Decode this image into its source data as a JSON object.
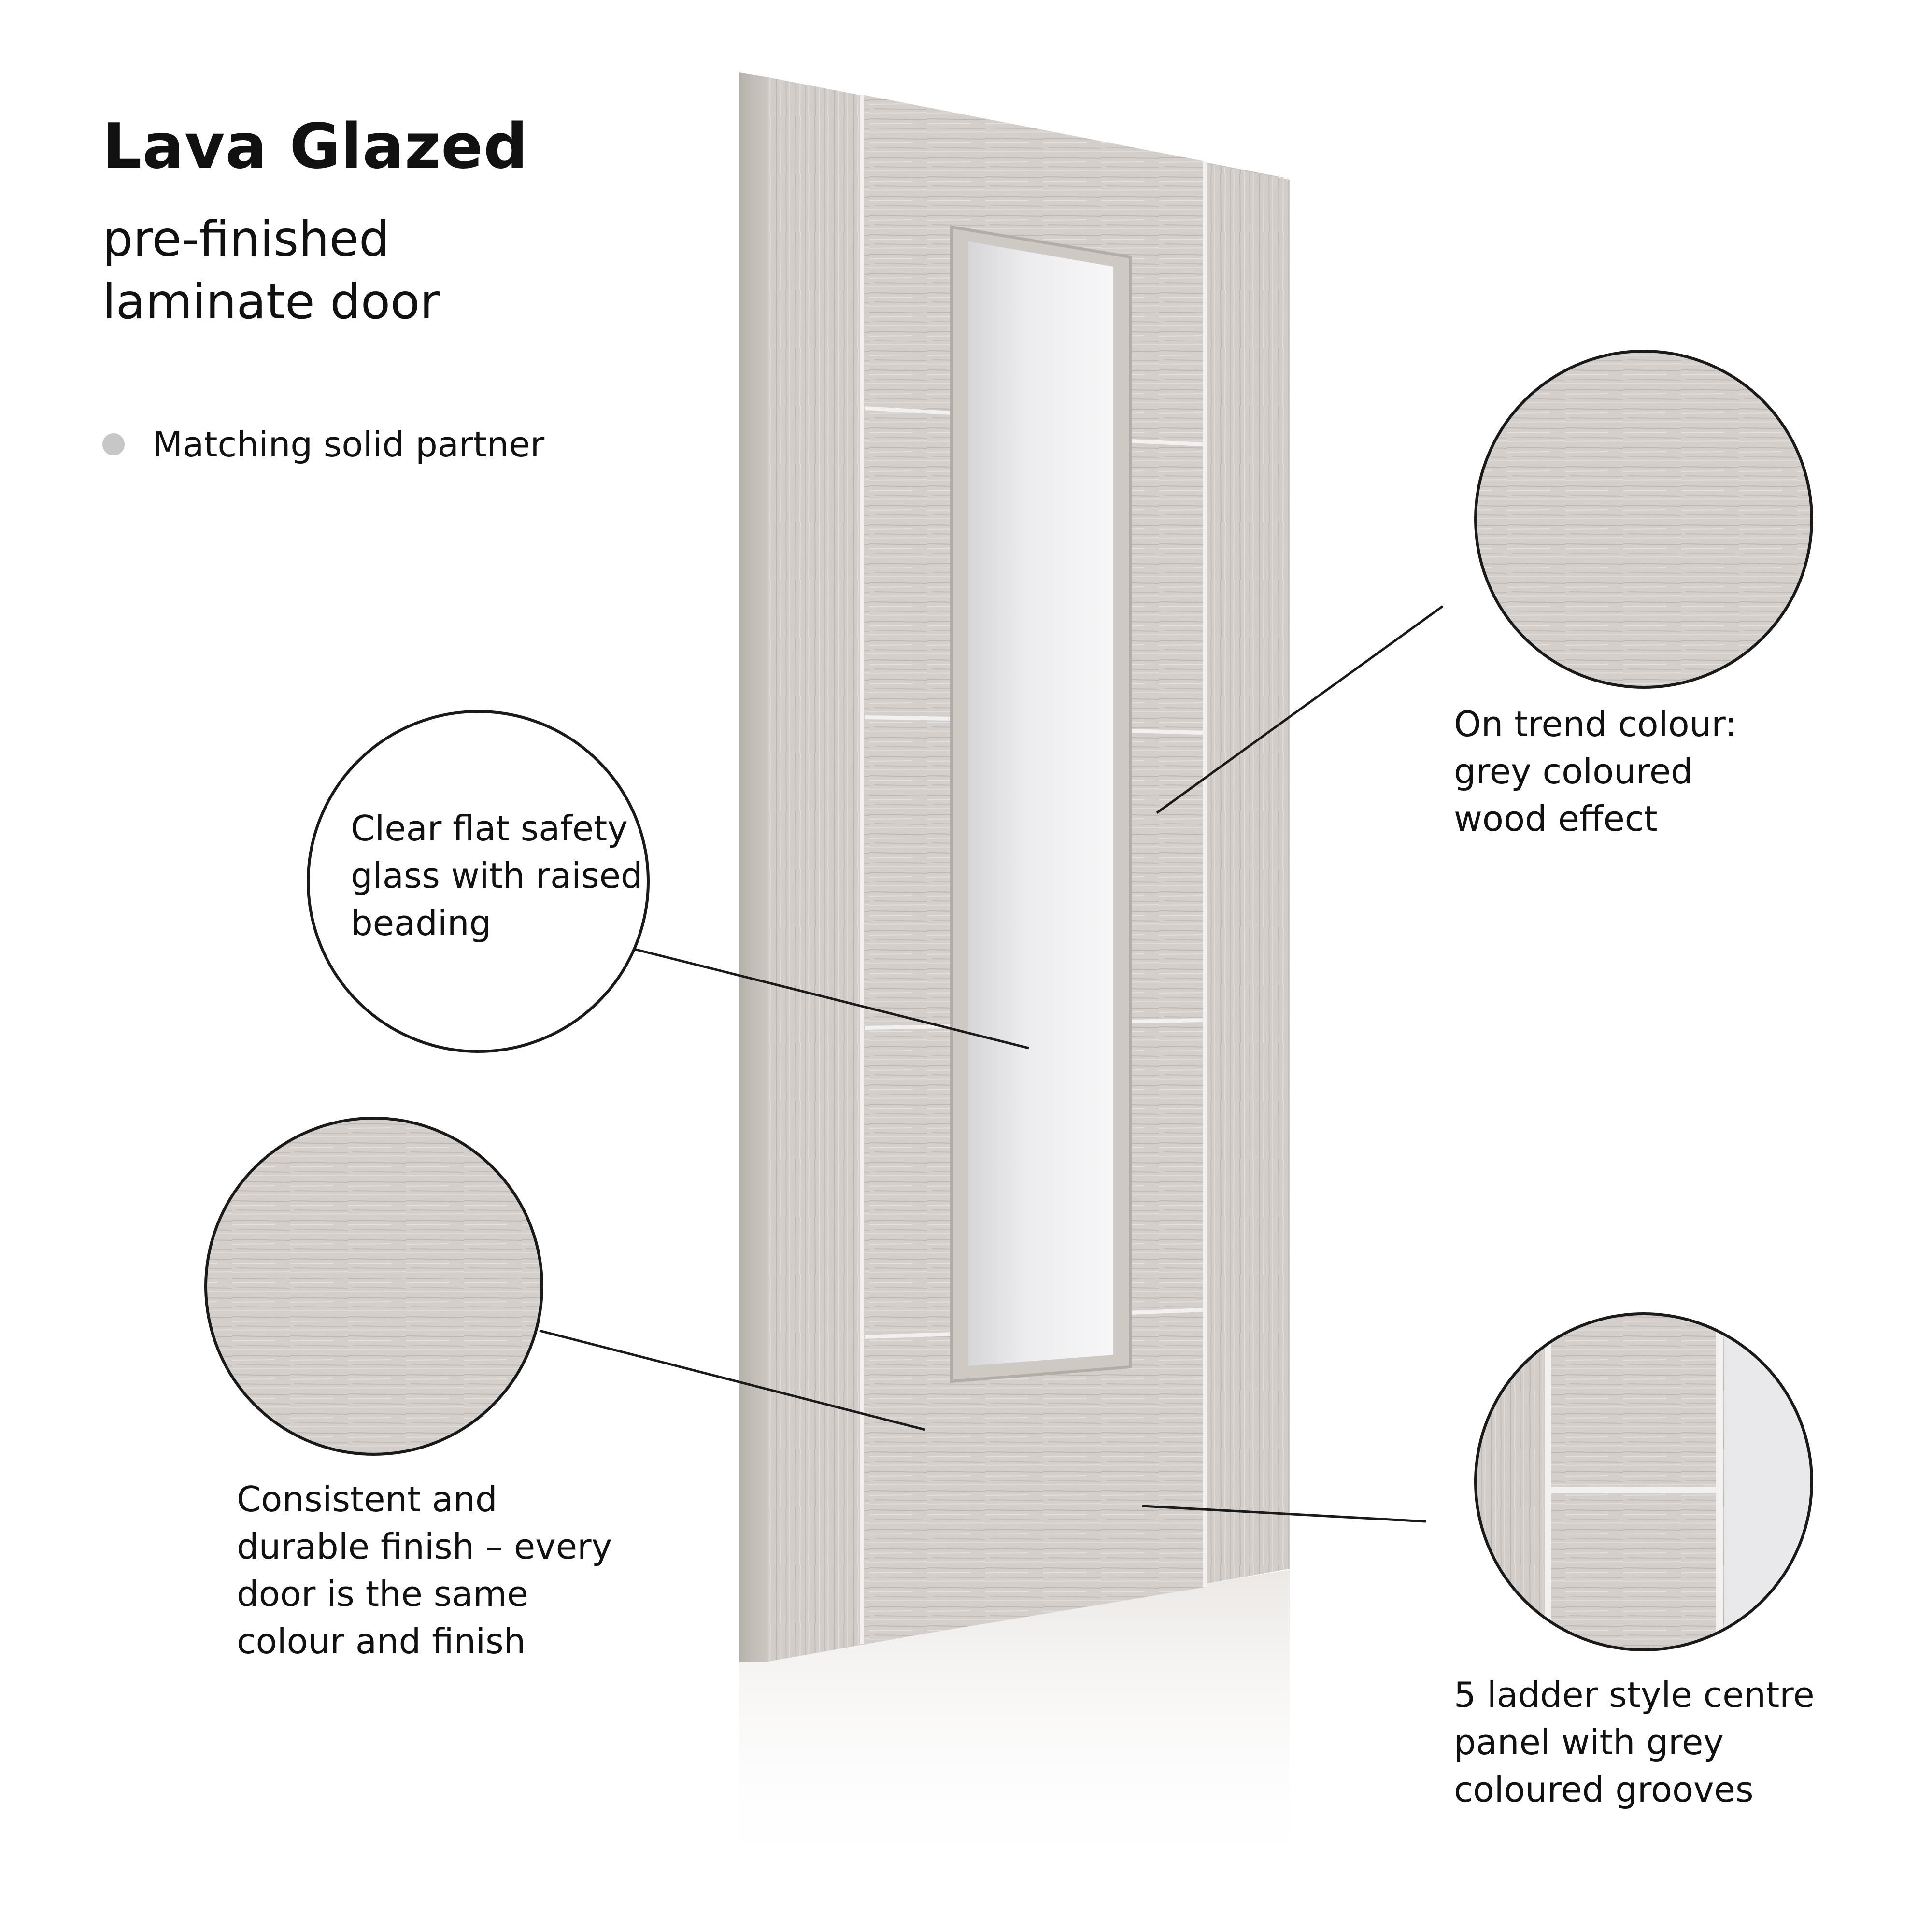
{
  "header": {
    "title": "Lava Glazed",
    "subtitle_lines": [
      "pre-finished",
      "laminate door"
    ]
  },
  "features": {
    "bullet": "Matching solid partner"
  },
  "callouts": {
    "glass": {
      "lines": [
        "Clear flat safety",
        "glass with raised",
        "beading"
      ]
    },
    "colour": {
      "lines": [
        "On trend colour:",
        "grey coloured",
        "wood effect"
      ]
    },
    "finish": {
      "lines": [
        "Consistent and",
        "durable finish – every",
        "door is the same",
        "colour and finish"
      ]
    },
    "grooves": {
      "lines": [
        "5 ladder style centre",
        "panel with grey",
        "coloured grooves"
      ]
    }
  },
  "colors": {
    "laminate": "#d4cfcb",
    "laminate_dark": "#bbb5b0",
    "groove": "#f3f1ef",
    "bullet": "#c7c7c7",
    "line": "#1a1a1a"
  }
}
